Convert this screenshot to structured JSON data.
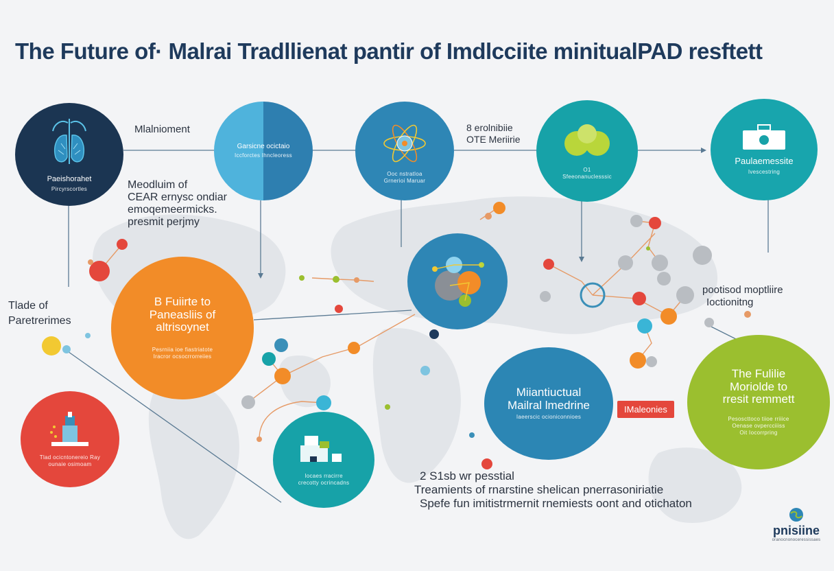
{
  "title": "The Future of· Malrai  Tradllienat pantir of Imdlcciite minitualPAD resftett",
  "colors": {
    "navy": "#1e3a5c",
    "teal_blue": "#3a8fb8",
    "teal": "#17a2a8",
    "orange": "#f28c28",
    "red": "#e4473c",
    "lime": "#9bbf2f",
    "gray_dot": "#b9bdc2",
    "map": "#e3e6ea"
  },
  "nodes": {
    "n1": {
      "title": "Paeishorahet",
      "sub": "Pircyrscortles",
      "icon": "lungs-icon"
    },
    "n2": {
      "title": "Garsicne ocictaio",
      "sub": "Iccforctes Ihncleoress"
    },
    "n3": {
      "title": "",
      "sub1": "Ooc nstratloa",
      "sub2": "Grnerioi Maruar",
      "icon": "atom-globe-icon"
    },
    "n4": {
      "title": "",
      "sub1": "O1",
      "sub2": "Sfeeonanuclesssic",
      "icon": "molecule-icon"
    },
    "n5": {
      "title": "Paulaemessite",
      "sub": "Ivescestring",
      "icon": "medical-kit-icon"
    },
    "n6": {
      "title_l1": "B Fuiirte to",
      "title_l2": "Paneasliis of",
      "title_l3": "altrisoynet",
      "sub1": "Pesrniia ioe fiastriatote",
      "sub2": "Iracror ocsocrrorreiies"
    },
    "n7": {
      "title": "",
      "icon": "globe-molecules-icon"
    },
    "n8": {
      "title_l1": "Miiantiuctual",
      "title_l2": "Mailral lmedrine",
      "sub": "Iaeerscic ocioniconnioes"
    },
    "n9": {
      "title_l1": "The Fulilie",
      "title_l2": "Moriolde to",
      "title_l3": "rresit remmett",
      "sub1": "Pesoscttoco tiioe rriiice",
      "sub2": "Oenase ovpercciiiss",
      "sub3": "Oit Iocorrpring"
    },
    "n10": {
      "sub1": "Tlad ocicntonereio Ray",
      "sub2": "ounaie osimoam",
      "icon": "lab-tower-icon"
    },
    "n11": {
      "sub1": "Iocaes rracirre",
      "sub2": "crecotty ocrincadns",
      "icon": "lab-equipment-icon"
    }
  },
  "labels": {
    "l1": "Mlalnioment",
    "l2a": "Meodluim of",
    "l2b": "CEAR  ernysc ondiar",
    "l2c": "emoqemeermicks.",
    "l2d": "presmit perjmy",
    "l3a": "8 erolnibiie",
    "l3b": "OTE Meriirie",
    "l4a": "Tlade of",
    "l4b": "Paretrerimes",
    "l5a": "pootisod moptliire",
    "l5b": "Ioctionitng",
    "l6a": "2 S1sb wr pesstial",
    "l6b": "Treamients of rnarstine shelican pnerrasoniriatie",
    "l6c": "Spefe  fun imitistrmernit  rnemiests oont and otichaton"
  },
  "badge": "IMaleonies",
  "logo": {
    "name": "pnisiine",
    "sub": "oranocnonoceressissaes"
  }
}
